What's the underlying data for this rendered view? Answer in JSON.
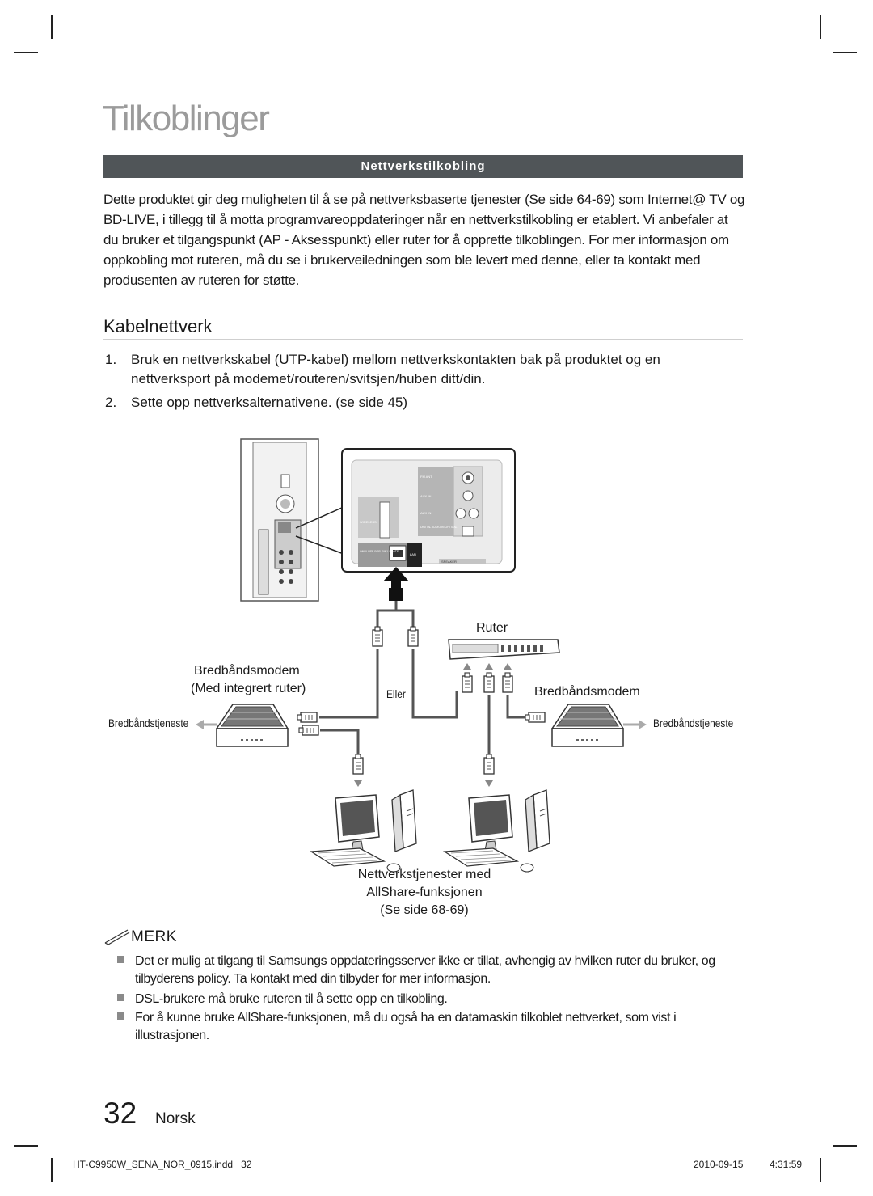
{
  "page": {
    "title": "Tilkoblinger",
    "section_header": "Nettverkstilkobling",
    "intro": "Dette produktet gir deg muligheten til å se på nettverksbaserte tjenester (Se side 64-69) som Internet@ TV og BD-LIVE, i tillegg til å motta programvareoppdateringer når en nettverkstilkobling er etablert. Vi anbefaler at du bruker et tilgangspunkt (AP - Aksesspunkt) eller ruter for å opprette tilkoblingen. For mer informasjon om oppkobling mot ruteren, må du se i brukerveiledningen som ble levert med denne, eller ta kontakt med produsenten av ruteren for støtte.",
    "subtitle": "Kabelnettverk",
    "steps": [
      {
        "num": "1.",
        "text": "Bruk en nettverkskabel (UTP-kabel) mellom nettverkskontakten bak på produktet og en nettverksport på modemet/routeren/svitsjen/huben ditt/din."
      },
      {
        "num": "2.",
        "text": "Sette opp nettverksalternativene. (se side 45)"
      }
    ]
  },
  "diagram": {
    "router_label": "Ruter",
    "modem_left_line1": "Bredbåndsmodem",
    "modem_left_line2": "(Med integrert ruter)",
    "or_label": "Eller",
    "modem_right_label": "Bredbåndsmodem",
    "service_left": "Bredbåndstjeneste",
    "service_right": "Bredbåndstjeneste",
    "pc_caption_line1": "Nettverkstjenester med",
    "pc_caption_line2": "AllShare-funksjonen",
    "pc_caption_line3": "(Se side 68-69)",
    "panel_labels": {
      "fm": "FM ANT",
      "aux2": "AUX IN",
      "aux1": "AUX IN",
      "digital": "DIGITAL AUDIO IN OPTICAL",
      "wireless": "WIRELESS",
      "only_for": "ONLY USE FOR S/W UPDATE",
      "lan": "LAN",
      "speaker": "SPEAKER"
    }
  },
  "notes": {
    "heading": "MERK",
    "items": [
      "Det er mulig at tilgang til Samsungs oppdateringsserver ikke er tillat, avhengig av hvilken ruter du bruker, og tilbyderens policy. Ta kontakt med din tilbyder for mer informasjon.",
      "DSL-brukere må bruke ruteren til å sette opp en tilkobling.",
      "For å kunne bruke AllShare-funksjonen, må du også ha en datamaskin tilkoblet nettverket, som vist i illustrasjonen."
    ]
  },
  "footer": {
    "page_number": "32",
    "language": "Norsk",
    "file": "HT-C9950W_SENA_NOR_0915.indd   32",
    "date": "2010-09-15",
    "time": "4:31:59"
  }
}
